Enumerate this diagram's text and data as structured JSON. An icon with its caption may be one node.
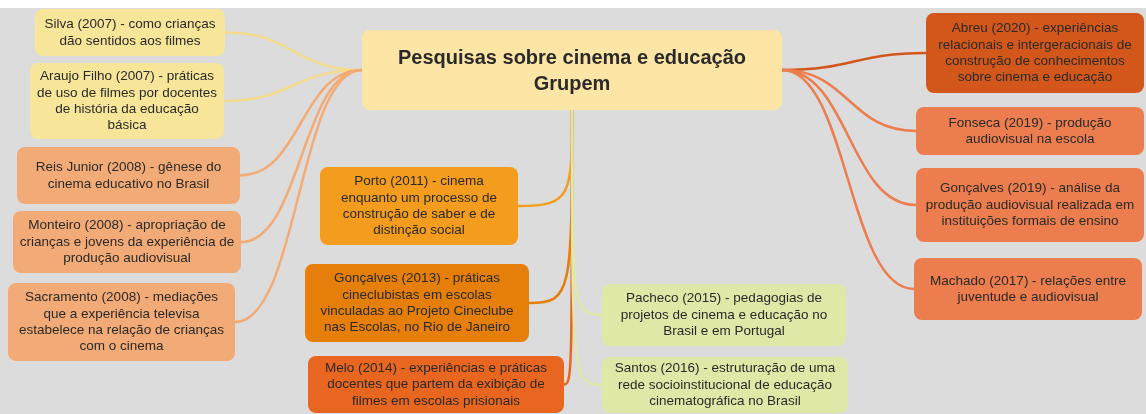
{
  "diagram": {
    "nodes": [
      {
        "text": [
          "Pesquisas sobre cinema e educação Grupem"
        ]
      },
      {
        "text": [
          "Silva (2007) - como crianças dão sentidos aos filmes"
        ]
      },
      {
        "text": [
          "Araujo Filho (2007) - práticas de uso de filmes por docentes de história da educação básica"
        ]
      },
      {
        "text": [
          "Reis Junior (2008) - gênese do cinema educativo no Brasil"
        ]
      },
      {
        "text": [
          "Monteiro (2008) - apropriação de crianças e jovens da experiência de produção audiovisual"
        ]
      },
      {
        "text": [
          "Sacramento (2008) - mediações que a experiência televisa estabelece na relação de crianças com o cinema"
        ]
      },
      {
        "text": [
          "Porto (2011) - cinema enquanto um processo de construção de saber e de distinção social"
        ]
      },
      {
        "text": [
          "Gonçalves (2013) - práticas cineclubistas em escolas vinculadas ao Projeto Cineclube nas Escolas, no Rio de Janeiro"
        ]
      },
      {
        "text": [
          "Melo (2014) - experiências e práticas docentes que partem da exibição de filmes em escolas prisionais"
        ]
      },
      {
        "text": [
          "Pacheco (2015) - pedagogias de projetos de cinema e educação no Brasil e em Portugal"
        ]
      },
      {
        "text": [
          "Santos (2016) - estruturação de uma rede socioinstitucional de educação cinematográfica no Brasil"
        ]
      },
      {
        "text": [
          "Abreu (2020) - experiências relacionais e intergeracionais de construção de conhecimentos sobre cinema e educação"
        ]
      },
      {
        "text": [
          "Fonseca (2019) - produção audiovisual na escola"
        ]
      },
      {
        "text": [
          "Gonçalves (2019) - análise da produção audiovisual realizada em instituições formais de ensino"
        ]
      },
      {
        "text": [
          "Machado (2017) - relações entre juventude e audiovisual"
        ]
      }
    ],
    "edges": [
      {
        "from": 0,
        "to": 1,
        "arrow": "none",
        "color": "#f5dc8a"
      },
      {
        "from": 0,
        "to": 2,
        "arrow": "none",
        "color": "#f5dc8a"
      },
      {
        "from": 0,
        "to": 3,
        "arrow": "none",
        "color": "#f2ab76"
      },
      {
        "from": 0,
        "to": 4,
        "arrow": "none",
        "color": "#f2ab76"
      },
      {
        "from": 0,
        "to": 5,
        "arrow": "none",
        "color": "#f2ab76"
      },
      {
        "from": 0,
        "to": 6,
        "arrow": "none",
        "color": "#f39c1e"
      },
      {
        "from": 0,
        "to": 7,
        "arrow": "none",
        "color": "#e57f0a"
      },
      {
        "from": 0,
        "to": 8,
        "arrow": "none",
        "color": "#e8661f"
      },
      {
        "from": 0,
        "to": 9,
        "arrow": "none",
        "color": "#e0e8a8"
      },
      {
        "from": 0,
        "to": 10,
        "arrow": "none",
        "color": "#e0e8a8"
      },
      {
        "from": 0,
        "to": 11,
        "arrow": "none",
        "color": "#d3571a"
      },
      {
        "from": 0,
        "to": 12,
        "arrow": "none",
        "color": "#ec7d4e"
      },
      {
        "from": 0,
        "to": 13,
        "arrow": "none",
        "color": "#ec7d4e"
      },
      {
        "from": 0,
        "to": 14,
        "arrow": "none",
        "color": "#ec7d4e"
      }
    ]
  }
}
